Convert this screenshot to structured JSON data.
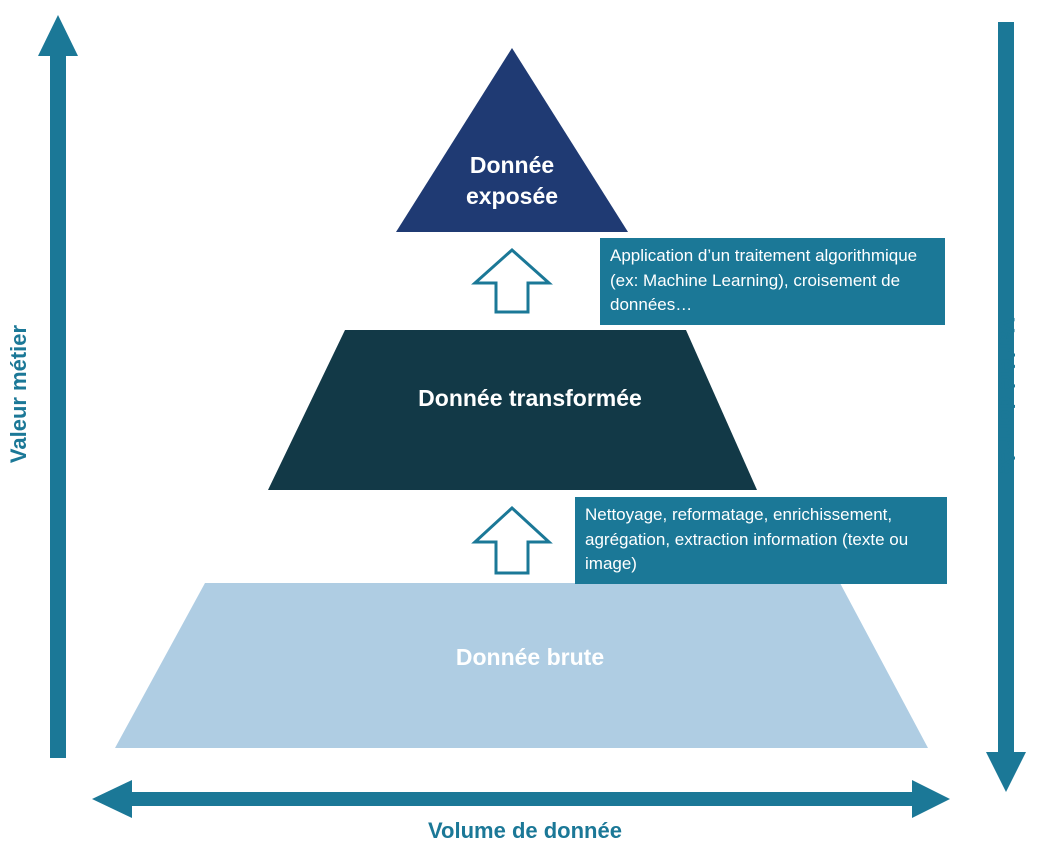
{
  "tiers": {
    "top": {
      "label": "Donnée exposée",
      "color": "#1f3a73"
    },
    "middle": {
      "label": "Donnée transformée",
      "color": "#123947"
    },
    "bottom": {
      "label": "Donnée brute",
      "color": "#afcde3"
    }
  },
  "steps": {
    "upper": "Application d’un traitement algorithmique (ex: Machine Learning), croisement de données…",
    "lower": "Nettoyage, reformatage, enrichissement, agrégation, extraction information (texte ou image)"
  },
  "axes": {
    "left": "Valeur métier",
    "right": "Variété donnée",
    "bottom": "Volume de donnée"
  },
  "colors": {
    "accent": "#1b7897",
    "arrow_outline": "#1b7897"
  }
}
